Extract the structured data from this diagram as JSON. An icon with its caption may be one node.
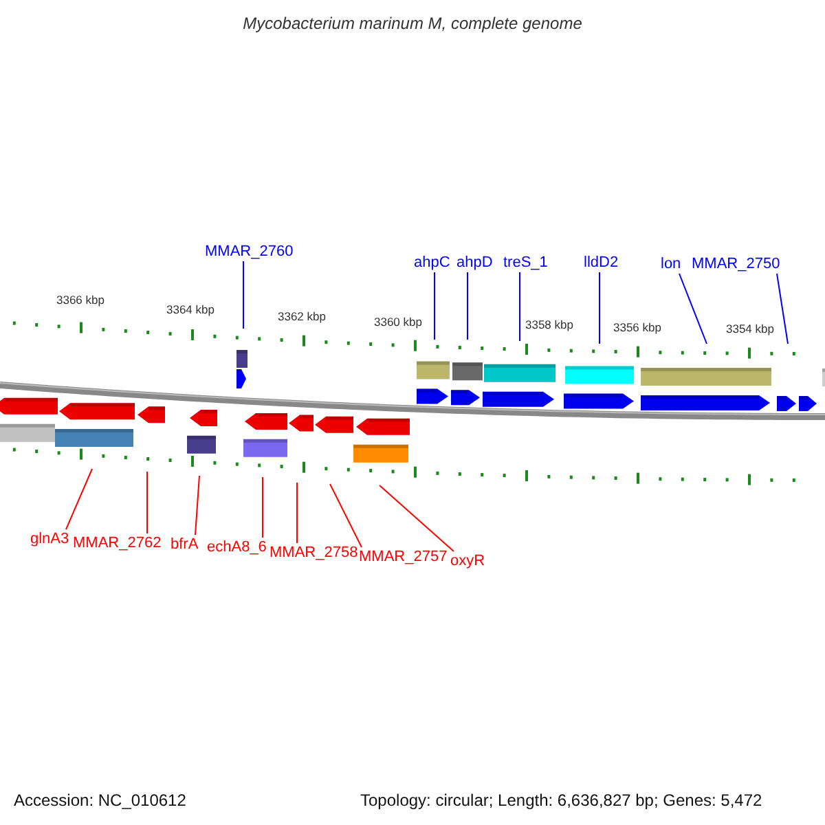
{
  "diagram": {
    "title": "Mycobacterium marinum M, complete genome",
    "nodes": [
      {
        "text": [
          "MMAR_2760"
        ]
      },
      {
        "text": [
          "ahpC"
        ]
      },
      {
        "text": [
          "ahpD"
        ]
      },
      {
        "text": [
          "treS_1"
        ]
      },
      {
        "text": [
          "lldD2"
        ]
      },
      {
        "text": [
          "lon"
        ]
      },
      {
        "text": [
          "MMAR_2750"
        ]
      },
      {
        "text": [
          "glnA3"
        ]
      },
      {
        "text": [
          "MMAR_2762"
        ]
      },
      {
        "text": [
          "bfrA"
        ]
      },
      {
        "text": [
          "echA8_6"
        ]
      },
      {
        "text": [
          "MMAR_2758"
        ]
      },
      {
        "text": [
          "MMAR_2757"
        ]
      },
      {
        "text": [
          "oxyR"
        ]
      }
    ],
    "edges": [
      {
        "from": 0,
        "to": null,
        "arrow": "none",
        "color": "#0000ff"
      },
      {
        "from": 1,
        "to": null,
        "arrow": "none",
        "color": "#0000ff"
      },
      {
        "from": 2,
        "to": null,
        "arrow": "none",
        "color": "#0000ff"
      },
      {
        "from": 3,
        "to": null,
        "arrow": "none",
        "color": "#0000ff"
      },
      {
        "from": 4,
        "to": null,
        "arrow": "none",
        "color": "#0000ff"
      },
      {
        "from": 5,
        "to": null,
        "arrow": "none",
        "color": "#0000ff"
      },
      {
        "from": 6,
        "to": null,
        "arrow": "none",
        "color": "#0000ff"
      },
      {
        "from": 7,
        "to": null,
        "arrow": "none",
        "color": "#ff0000"
      },
      {
        "from": 8,
        "to": null,
        "arrow": "none",
        "color": "#ff0000"
      },
      {
        "from": 9,
        "to": null,
        "arrow": "none",
        "color": "#ff0000"
      },
      {
        "from": 10,
        "to": null,
        "arrow": "none",
        "color": "#ff0000"
      },
      {
        "from": 11,
        "to": null,
        "arrow": "none",
        "color": "#ff0000"
      },
      {
        "from": 12,
        "to": null,
        "arrow": "none",
        "color": "#ff0000"
      },
      {
        "from": 13,
        "to": null,
        "arrow": "none",
        "color": "#ff0000"
      }
    ],
    "labels": [
      "3366 kbp",
      "3364 kbp",
      "3362 kbp",
      "3360 kbp",
      "3358 kbp",
      "3356 kbp",
      "3354 kbp",
      "Accession: NC_010612",
      "Topology: circular; Length: 6,636,827 bp; Genes: 5,472"
    ]
  }
}
